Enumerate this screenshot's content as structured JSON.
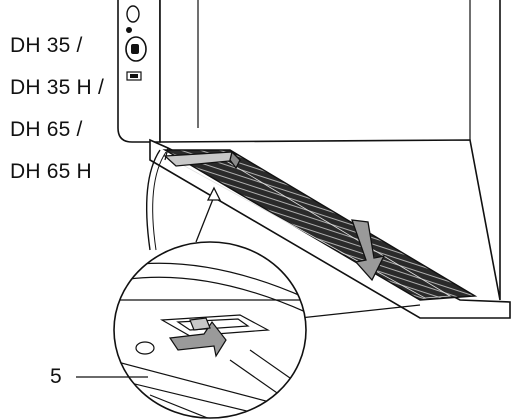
{
  "model_labels": [
    "DH 35 /",
    "DH 35 H /",
    "DH 65 /",
    "DH 65 H"
  ],
  "callout": "5",
  "colors": {
    "line": "#111111",
    "filter_dark": "#333333",
    "arrow_fill": "#9a9a9a",
    "background": "#ffffff"
  },
  "icons": [
    "down-arrow-icon",
    "lift-arrow-icon"
  ]
}
